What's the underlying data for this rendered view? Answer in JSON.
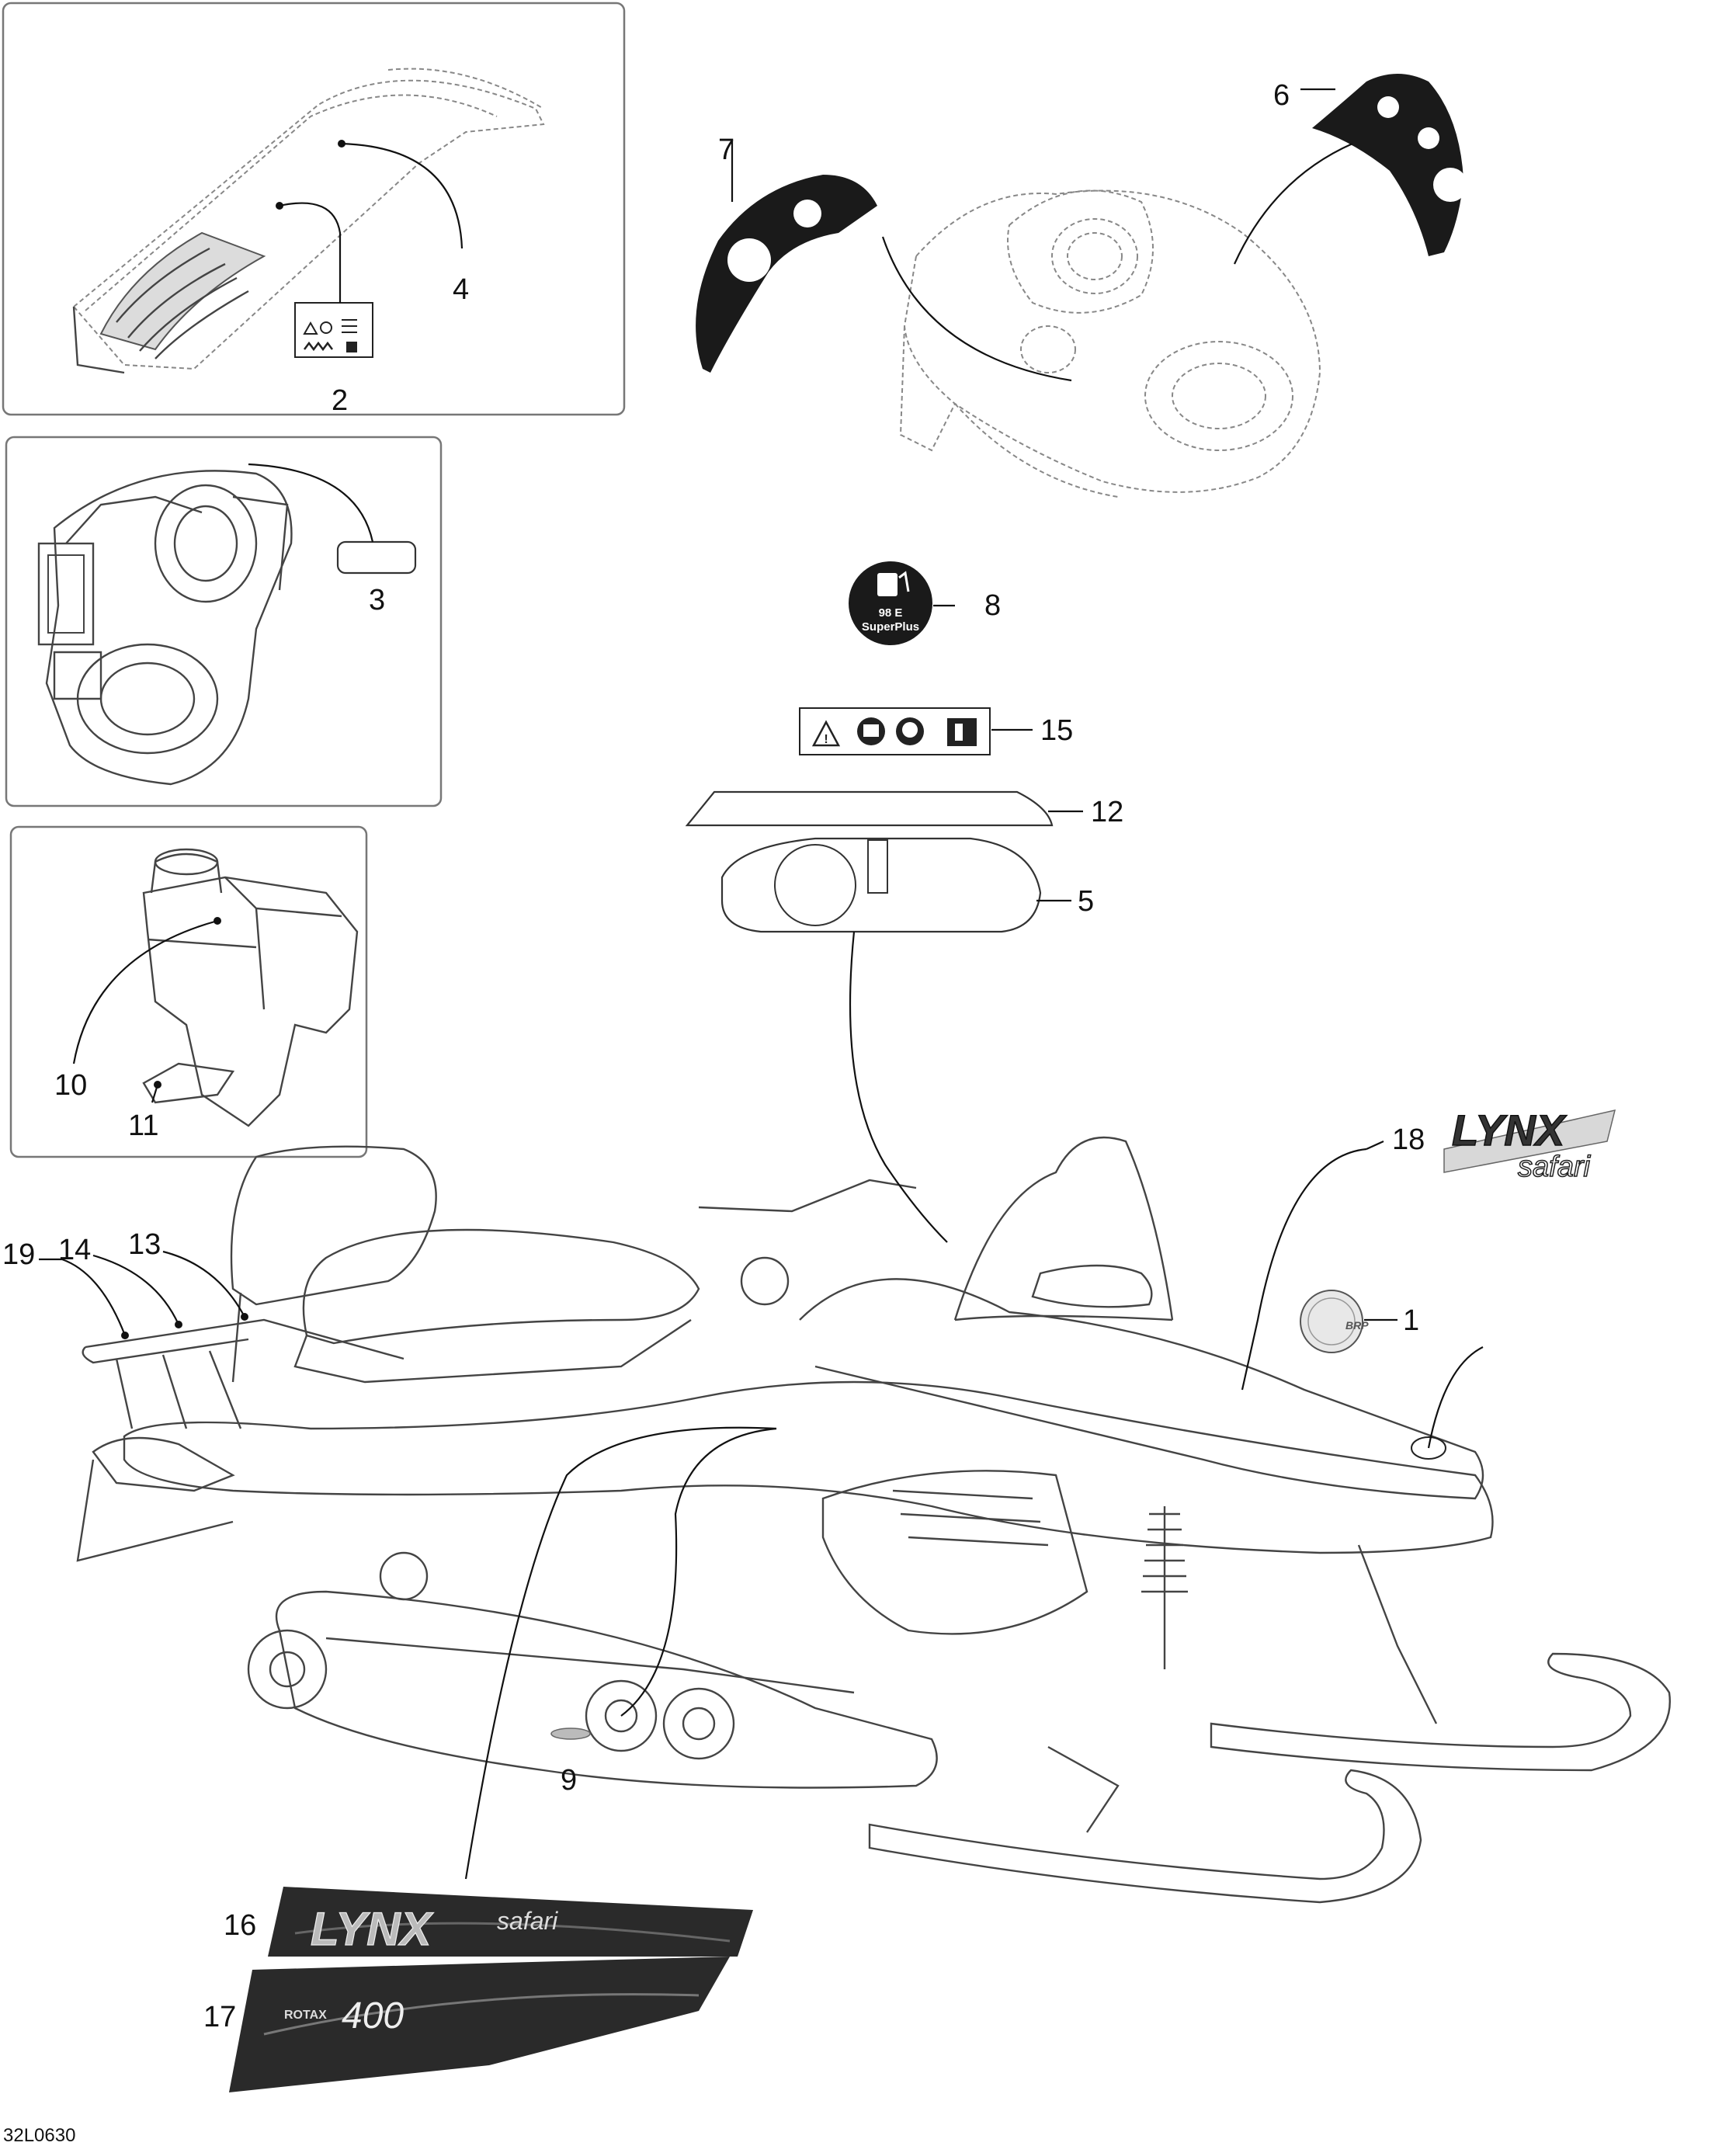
{
  "diagram": {
    "drawing_code": "32L0630",
    "callouts": {
      "c1": "1",
      "c2": "2",
      "c3": "3",
      "c4": "4",
      "c5": "5",
      "c6": "6",
      "c7": "7",
      "c8": "8",
      "c9": "9",
      "c10": "10",
      "c11": "11",
      "c12": "12",
      "c13": "13",
      "c14": "14",
      "c15": "15",
      "c16": "16",
      "c17": "17",
      "c18": "18",
      "c19": "19"
    },
    "decal_8_lines": [
      "98 E",
      "SuperPlus"
    ],
    "logo_text": {
      "lynx": "LYNX",
      "safari": "safari",
      "rotax": "ROTAX",
      "model": "400",
      "brp": "BRP"
    },
    "colors": {
      "ink": "#111111",
      "ghost": "#888888",
      "decal_dark": "#1a1a1a",
      "panel_border": "#777777"
    }
  }
}
